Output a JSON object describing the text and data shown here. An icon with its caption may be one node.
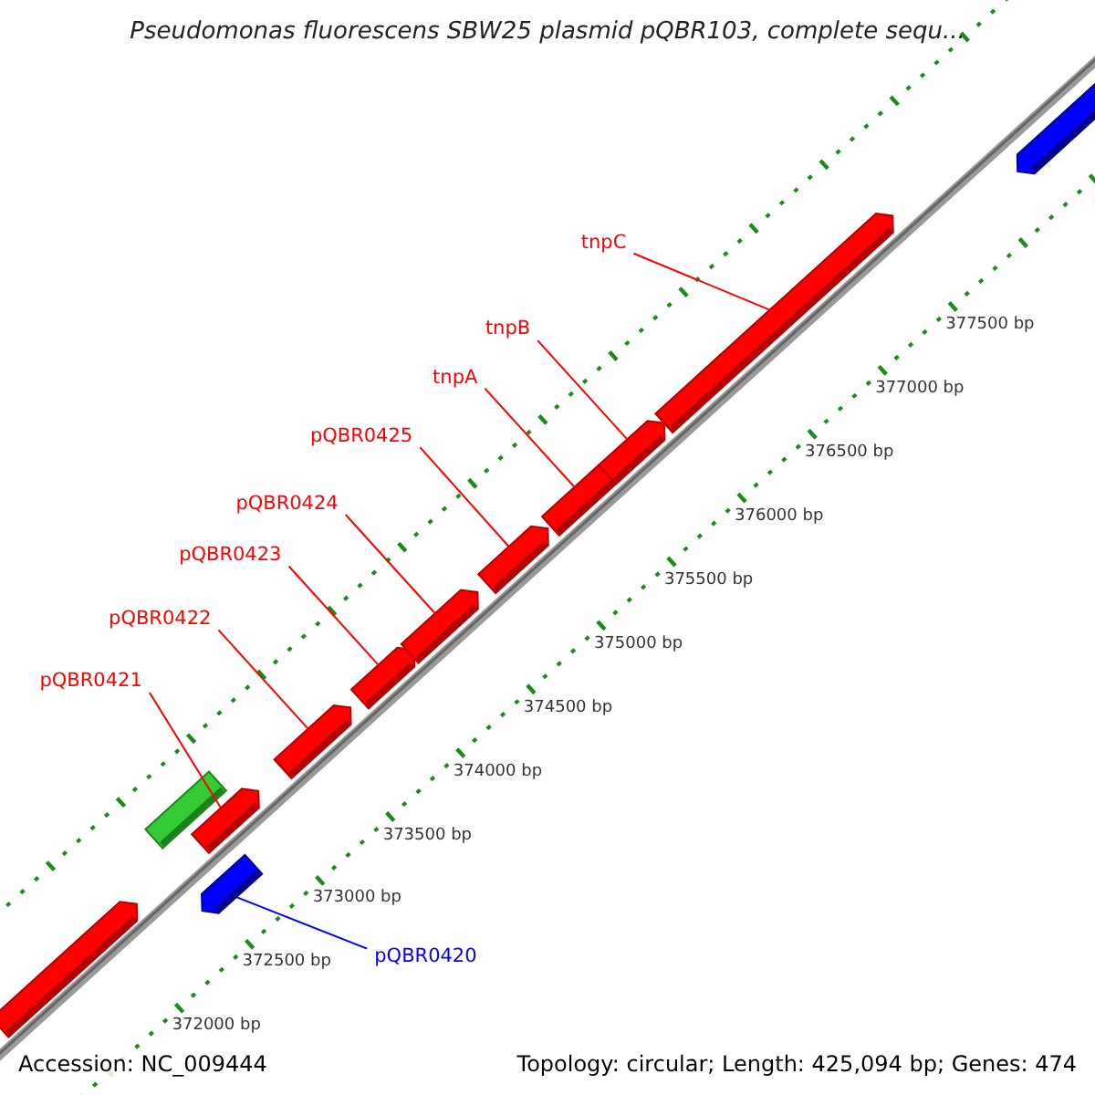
{
  "diagram": {
    "title": "Pseudomonas fluorescens SBW25 plasmid pQBR103, complete sequ...",
    "nodes": [
      {
        "text": [
          "tnpC"
        ]
      },
      {
        "text": [
          "tnpB"
        ]
      },
      {
        "text": [
          "tnpA"
        ]
      },
      {
        "text": [
          "pQBR0425"
        ]
      },
      {
        "text": [
          "pQBR0424"
        ]
      },
      {
        "text": [
          "pQBR0423"
        ]
      },
      {
        "text": [
          "pQBR0422"
        ]
      },
      {
        "text": [
          "pQBR0421"
        ]
      },
      {
        "text": [
          "pQBR0420"
        ]
      },
      {
        "text": [],
        "shape": "arrow"
      },
      {
        "text": [],
        "shape": "arrow"
      },
      {
        "text": [],
        "shape": "bar"
      },
      {
        "text": [],
        "shape": "arrow"
      },
      {
        "text": [],
        "shape": "arrow"
      },
      {
        "text": [],
        "shape": "arrow"
      },
      {
        "text": [],
        "shape": "arrow"
      },
      {
        "text": [],
        "shape": "arrow"
      },
      {
        "text": [],
        "shape": "arrow"
      },
      {
        "text": [],
        "shape": "arrow"
      },
      {
        "text": [],
        "shape": "arrow"
      },
      {
        "text": [],
        "shape": "arrow"
      }
    ],
    "edges": [
      {
        "from": 0,
        "to": 19,
        "arrow": "none"
      },
      {
        "from": 1,
        "to": 18,
        "arrow": "none"
      },
      {
        "from": 2,
        "to": 17,
        "arrow": "none"
      },
      {
        "from": 3,
        "to": 16,
        "arrow": "none"
      },
      {
        "from": 4,
        "to": 15,
        "arrow": "none"
      },
      {
        "from": 5,
        "to": 14,
        "arrow": "none"
      },
      {
        "from": 6,
        "to": 13,
        "arrow": "none"
      },
      {
        "from": 7,
        "to": 12,
        "arrow": "none"
      },
      {
        "from": 8,
        "to": 10,
        "arrow": "none",
        "color": "#0000ff"
      }
    ],
    "labels": [
      "377500 bp",
      "377000 bp",
      "376500 bp",
      "376000 bp",
      "375500 bp",
      "375000 bp",
      "374500 bp",
      "374000 bp",
      "373500 bp",
      "373000 bp",
      "372500 bp",
      "372000 bp",
      "Accession: NC_009444",
      "Topology: circular; Length: 425,094 bp; Genes: 474"
    ]
  }
}
